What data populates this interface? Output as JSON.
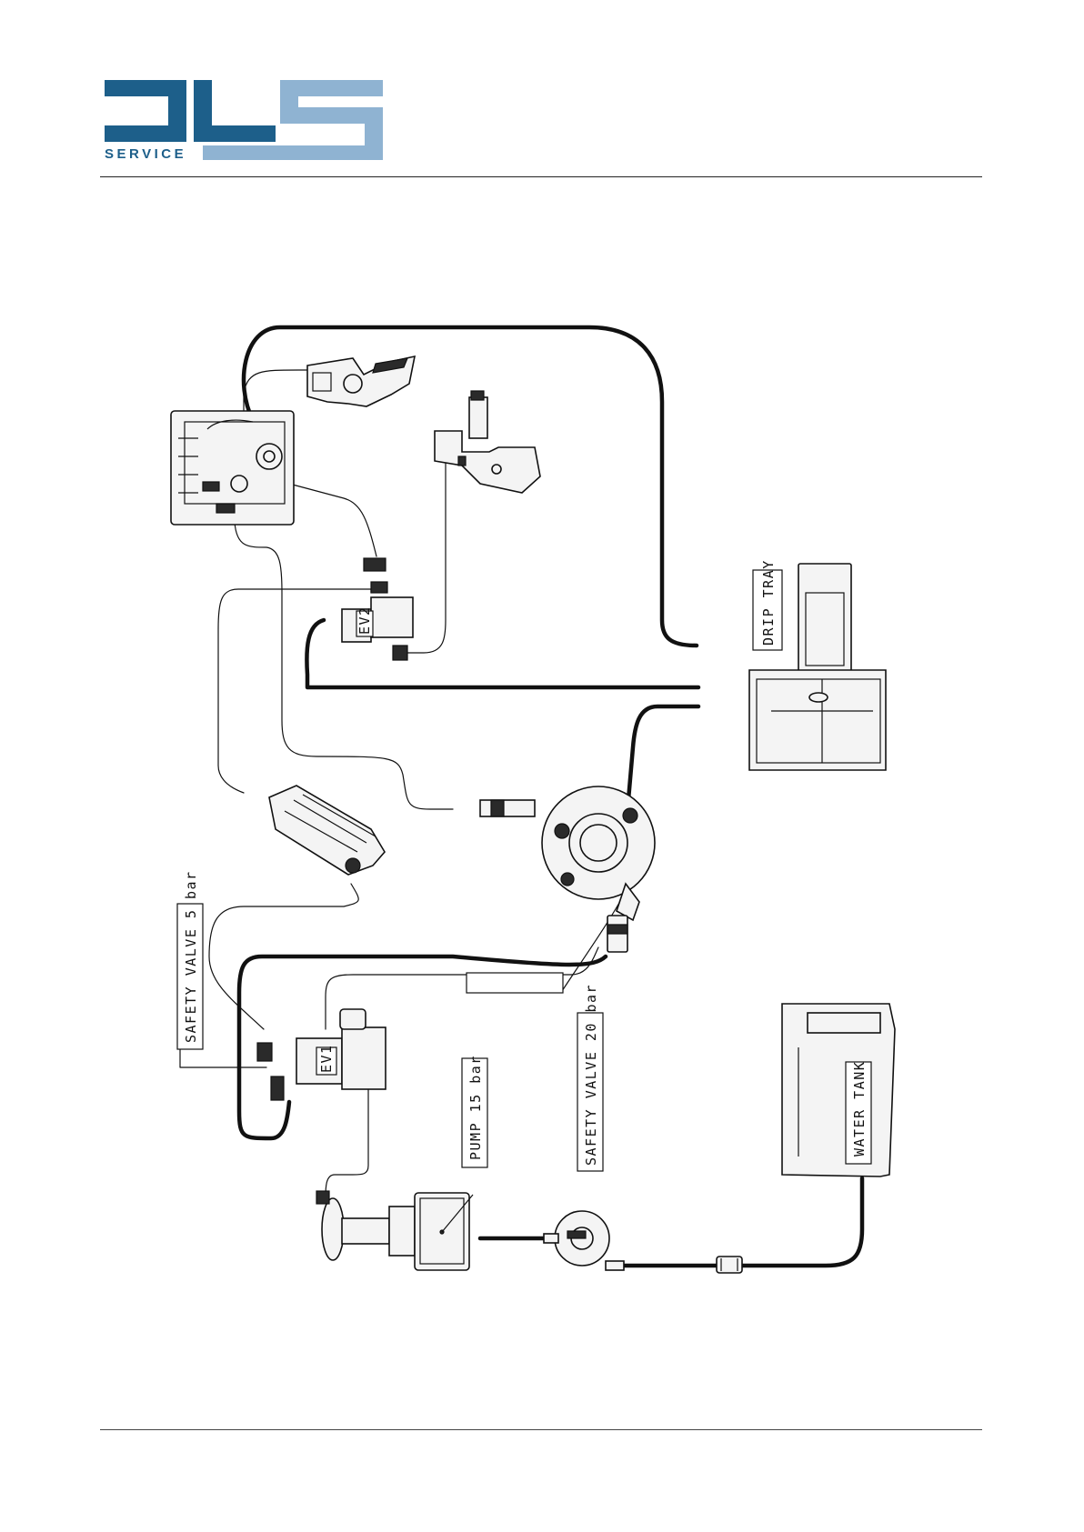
{
  "brand": {
    "logo_text": "DLS",
    "logo_subtext": "SERVICE",
    "colors": {
      "dark_blue": "#1d5f8a",
      "light_blue": "#8fb3d2"
    }
  },
  "labels": {
    "drip_tray": "DRIP TRAY",
    "ev2": "EV2",
    "ev1": "EV1",
    "safety_valve_5": "SAFETY VALVE 5 bar",
    "safety_valve_20": "SAFETY VALVE 20 bar",
    "pump": "PUMP 15 bar",
    "water_tank": "WATER TANK"
  }
}
